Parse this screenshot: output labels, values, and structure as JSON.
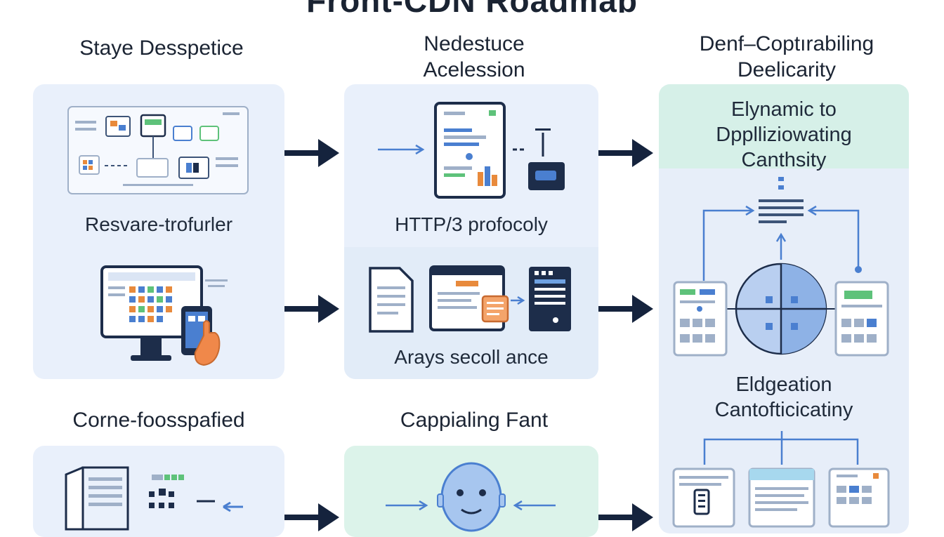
{
  "title": "Front-CDN Roadmap",
  "columns": [
    {
      "heading": "Staye Desspeticе"
    },
    {
      "heading_line1": "Nedestuce",
      "heading_line2": "Acelession"
    },
    {
      "heading_line1": "Denf–Coptırabiling",
      "heading_line2": "Deelicarity"
    }
  ],
  "col1": {
    "card1_label": "Resvare-trofurler",
    "section2_heading": "Corne-foosspafied"
  },
  "col2": {
    "card1_label": "HTTP/3 profocoly",
    "card2_label": "Arays secoll ance",
    "section2_heading": "Cappialing Fant"
  },
  "col3": {
    "top_line1": "Elynamic to",
    "top_line2": "Dpplliziowating",
    "top_line3": "Canthsity",
    "mid_line1": "Eldgeation",
    "mid_line2": "Cantofticicatiny"
  },
  "colors": {
    "panel_blue": "#e9f0fb",
    "panel_green": "#dcf3ea",
    "arrow": "#15233d",
    "accent_blue": "#4a7fd0",
    "accent_orange": "#e88a3c",
    "accent_green": "#5ec27a"
  }
}
